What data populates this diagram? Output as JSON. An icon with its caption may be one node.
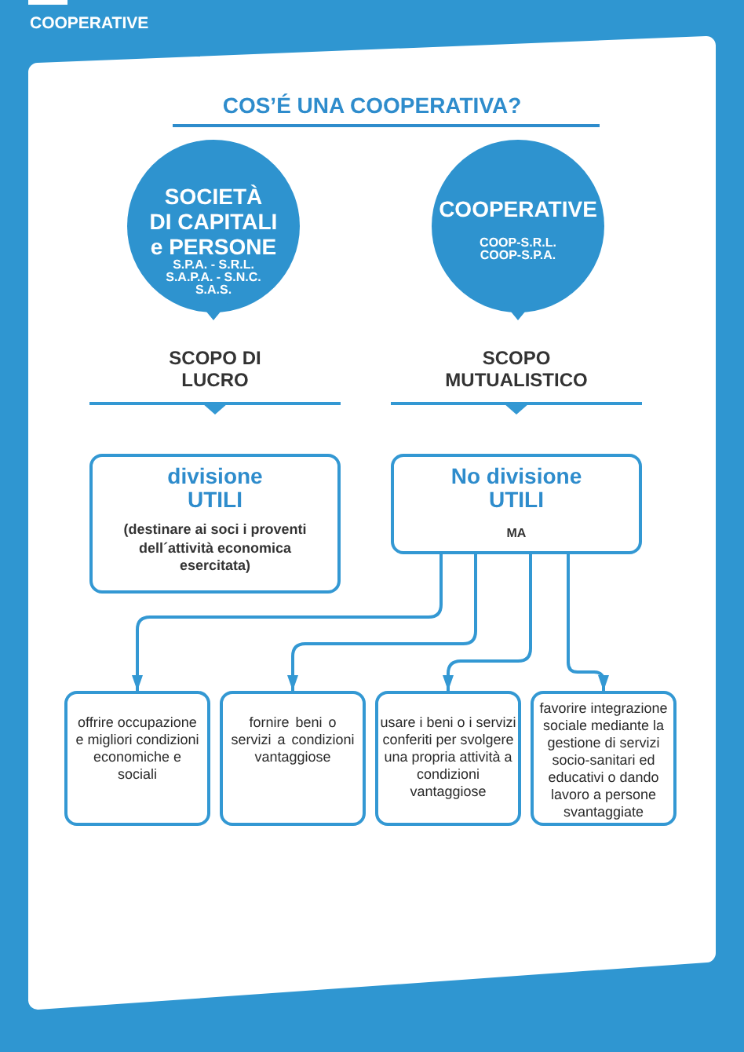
{
  "diagram": {
    "title": "COS’É UNA COOPERATIVA?",
    "nodes": [
      {
        "text": [
          "SOCIETÀ DI CAPITALI e PERSONE",
          "S.P.A. - S.R.L. S.A.P.A. - S.N.C. S.A.S."
        ]
      },
      {
        "text": [
          "COOPERATIVE",
          "COOP-S.R.L. COOP-S.P.A."
        ]
      },
      {
        "text": [
          "SCOPO DI LUCRO"
        ]
      },
      {
        "text": [
          "SCOPO MUTUALISTICO"
        ]
      },
      {
        "text": [
          "divisione UTILI",
          "(destinare ai soci i proventi dell´attività economica esercitata)"
        ]
      },
      {
        "text": [
          "No divisione UTILI",
          "MA"
        ]
      },
      {
        "text": [
          "offrire occupazione e migliori condizioni economiche e sociali"
        ]
      },
      {
        "text": [
          "fornire beni o servizi a condizioni vantaggiose"
        ]
      },
      {
        "text": [
          "usare i beni o i servizi conferiti per svolgere una propria attività a condizioni vantaggiose"
        ]
      },
      {
        "text": [
          "favorire integrazione sociale mediante la gestione di servizi socio-sanitari ed educativi o dando lavoro a persone svantaggiate"
        ]
      }
    ],
    "edges": [
      {
        "from": 5,
        "to": 6,
        "arrow": "to"
      },
      {
        "from": 5,
        "to": 7,
        "arrow": "to"
      },
      {
        "from": 5,
        "to": 8,
        "arrow": "to"
      },
      {
        "from": 5,
        "to": 9,
        "arrow": "to"
      }
    ],
    "labels": [
      "COOPERATIVE"
    ]
  }
}
